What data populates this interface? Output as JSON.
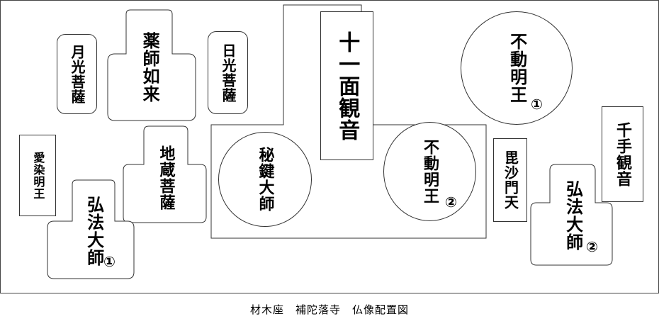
{
  "caption": "材木座　補陀落寺　仏像配置図",
  "statues": {
    "gakko": "月光菩薩",
    "yakushi": "薬師如来",
    "nikko": "日光菩薩",
    "juichimen": "十一面観音",
    "fudo1_name": "不動明王",
    "fudo1_num": "①",
    "senju": "千手観音",
    "aizen": "愛染明王",
    "jizo": "地蔵菩薩",
    "hiken": "秘鍵大師",
    "fudo2_name": "不動明王",
    "fudo2_num": "②",
    "bishamon": "毘沙門天",
    "kobo1_name": "弘法大師",
    "kobo1_num": "①",
    "kobo2_name": "弘法大師",
    "kobo2_num": "②"
  }
}
